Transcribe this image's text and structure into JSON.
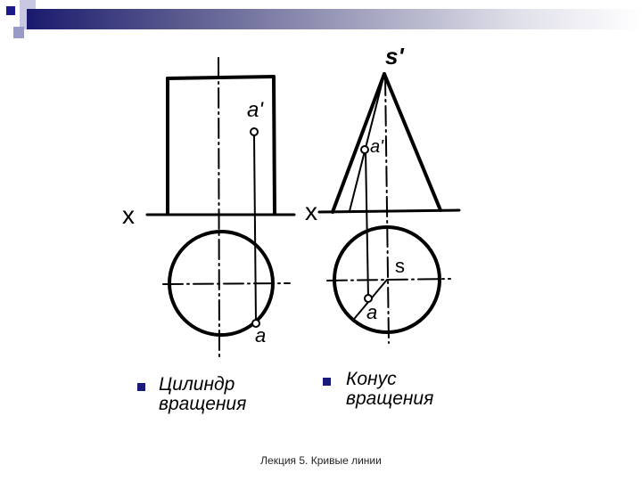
{
  "slide": {
    "footer": "Лекция 5. Кривые линии",
    "colors": {
      "bullet": "#1a1a7a",
      "header_dark": "#1a1a6e",
      "line": "#000000"
    }
  },
  "captions": [
    {
      "line1": "Цилиндр",
      "line2": "вращения"
    },
    {
      "line1": "Конус",
      "line2": "вращения"
    }
  ],
  "diagram": {
    "cylinder": {
      "axis_label": "x",
      "point_front": "a'",
      "point_top": "a"
    },
    "cone": {
      "axis_label": "x",
      "apex_front": "s'",
      "apex_top": "s",
      "point_front": "a'",
      "point_top": "a"
    }
  }
}
